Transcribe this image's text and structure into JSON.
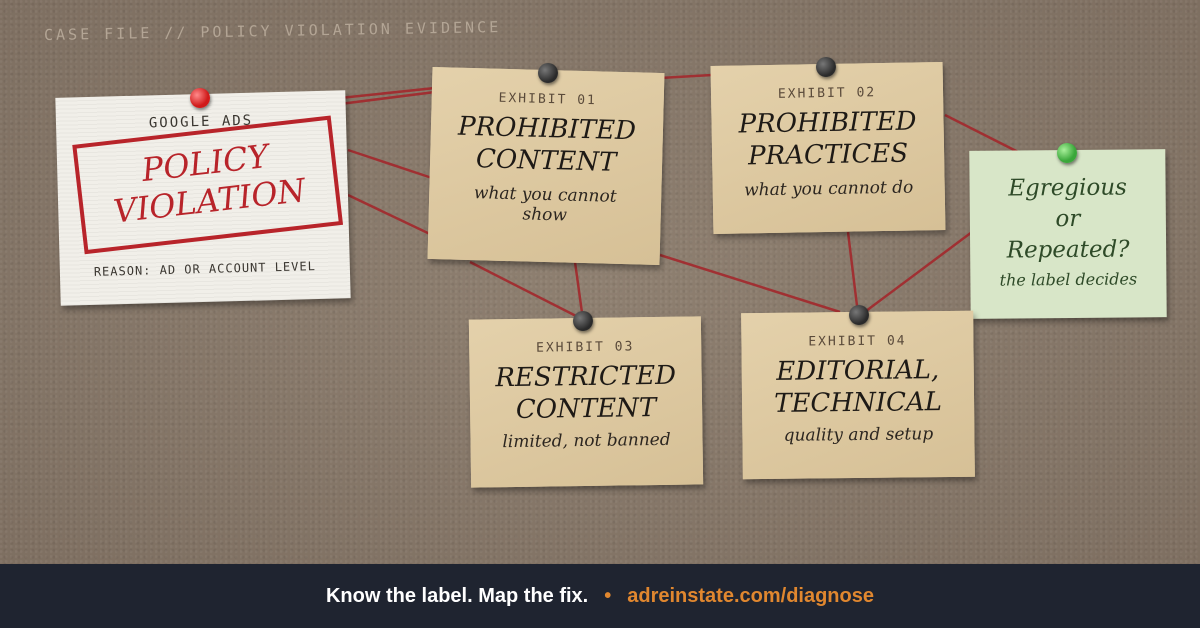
{
  "header": {
    "case_file": "CASE FILE // POLICY VIOLATION EVIDENCE"
  },
  "main_card": {
    "platform": "GOOGLE ADS",
    "stamp_line1": "POLICY",
    "stamp_line2": "VIOLATION",
    "reason": "REASON: AD OR ACCOUNT LEVEL"
  },
  "exhibits": [
    {
      "label": "EXHIBIT 01",
      "title1": "PROHIBITED",
      "title2": "CONTENT",
      "sub1": "what you cannot",
      "sub2": "show"
    },
    {
      "label": "EXHIBIT 02",
      "title1": "PROHIBITED",
      "title2": "PRACTICES",
      "sub1": "what you cannot do",
      "sub2": ""
    },
    {
      "label": "EXHIBIT 03",
      "title1": "RESTRICTED",
      "title2": "CONTENT",
      "sub1": "limited, not banned",
      "sub2": ""
    },
    {
      "label": "EXHIBIT 04",
      "title1": "EDITORIAL,",
      "title2": "TECHNICAL",
      "sub1": "quality and setup",
      "sub2": ""
    }
  ],
  "green_card": {
    "line1": "Egregious",
    "line2": "or",
    "line3": "Repeated?",
    "sub": "the label decides"
  },
  "footer": {
    "tagline": "Know the label. Map the fix.",
    "separator": "•",
    "url": "adreinstate.com/diagnose"
  },
  "colors": {
    "string": "#a3282c",
    "stamp": "#b8242a",
    "footer_bg": "#1f2430",
    "accent": "#e0872f",
    "green_card": "#d8e6c8"
  }
}
